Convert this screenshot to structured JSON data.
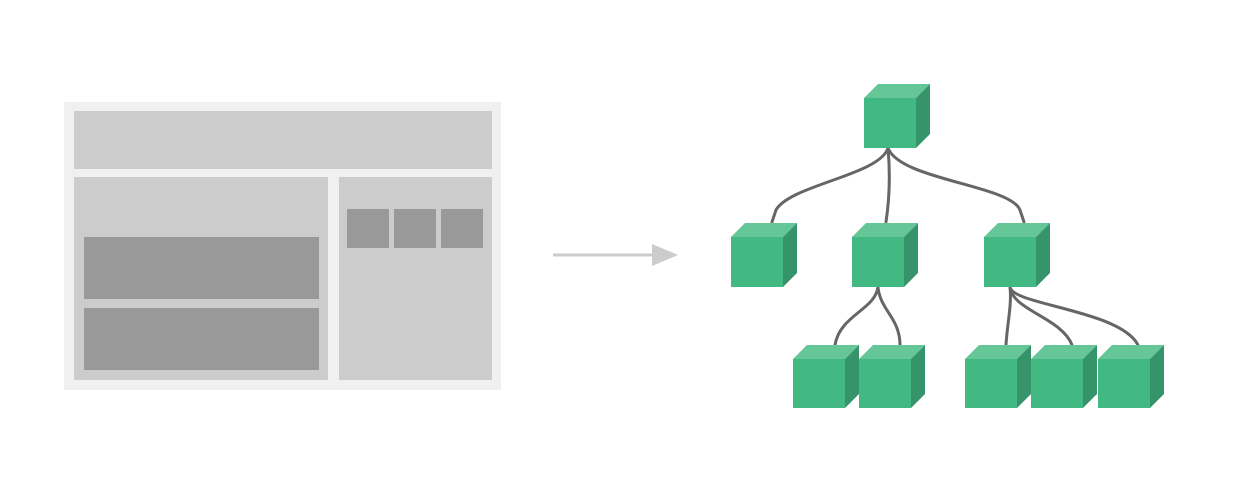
{
  "colors": {
    "background": "#ffffff",
    "layout_frame": "#f0f0f0",
    "layout_panel": "#cccccc",
    "layout_block": "#999999",
    "arrow": "#cccccc",
    "connector": "#666666",
    "cube_front": "#42b983",
    "cube_top": "#65c797",
    "cube_side": "#35946a"
  },
  "layout_mockup": {
    "regions": [
      "header",
      "main",
      "sidebar"
    ],
    "main_blocks": 2,
    "sidebar_blocks": 3
  },
  "component_tree": {
    "root": {
      "id": "root",
      "children": [
        {
          "id": "child-left",
          "children": []
        },
        {
          "id": "child-middle",
          "children": [
            {
              "id": "grandchild-1",
              "children": []
            },
            {
              "id": "grandchild-2",
              "children": []
            }
          ]
        },
        {
          "id": "child-right",
          "children": [
            {
              "id": "grandchild-3",
              "children": []
            },
            {
              "id": "grandchild-4",
              "children": []
            },
            {
              "id": "grandchild-5",
              "children": []
            }
          ]
        }
      ]
    }
  }
}
